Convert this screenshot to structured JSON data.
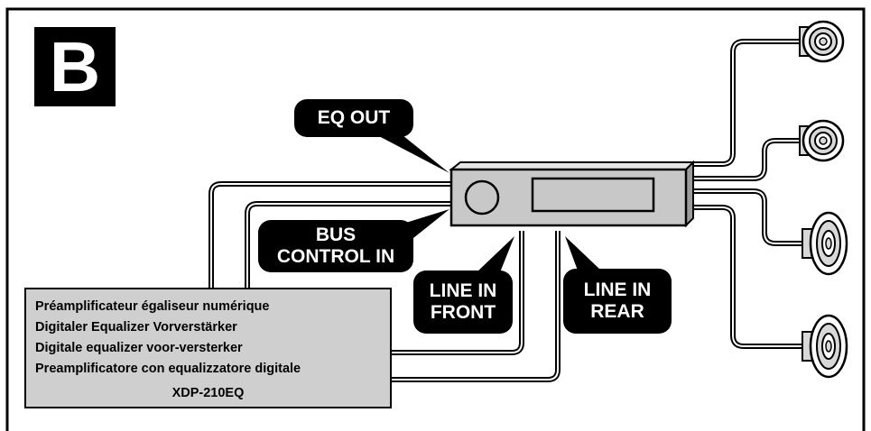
{
  "panel": {
    "letter": "B"
  },
  "callouts": {
    "eq_out": [
      "EQ OUT"
    ],
    "bus_control_in": [
      "BUS",
      "CONTROL IN"
    ],
    "line_in_front": [
      "LINE IN",
      "FRONT"
    ],
    "line_in_rear": [
      "LINE IN",
      "REAR"
    ]
  },
  "info_box": {
    "lines": [
      "Préamplificateur égaliseur numérique",
      "Digitaler Equalizer Vorverstärker",
      "Digitale equalizer voor-versterker",
      "Preamplificatore con equalizzatore digitale"
    ],
    "model": "XDP-210EQ"
  },
  "device": {
    "icons": [
      "knob-icon",
      "display-window-icon"
    ]
  },
  "speakers": [
    "tweeter-icon",
    "tweeter-icon",
    "oval-speaker-icon",
    "oval-speaker-icon"
  ],
  "colors": {
    "ink": "#000000",
    "device_fill": "#c8c8c8",
    "info_fill": "#cfcfcf",
    "background": "#ffffff"
  }
}
